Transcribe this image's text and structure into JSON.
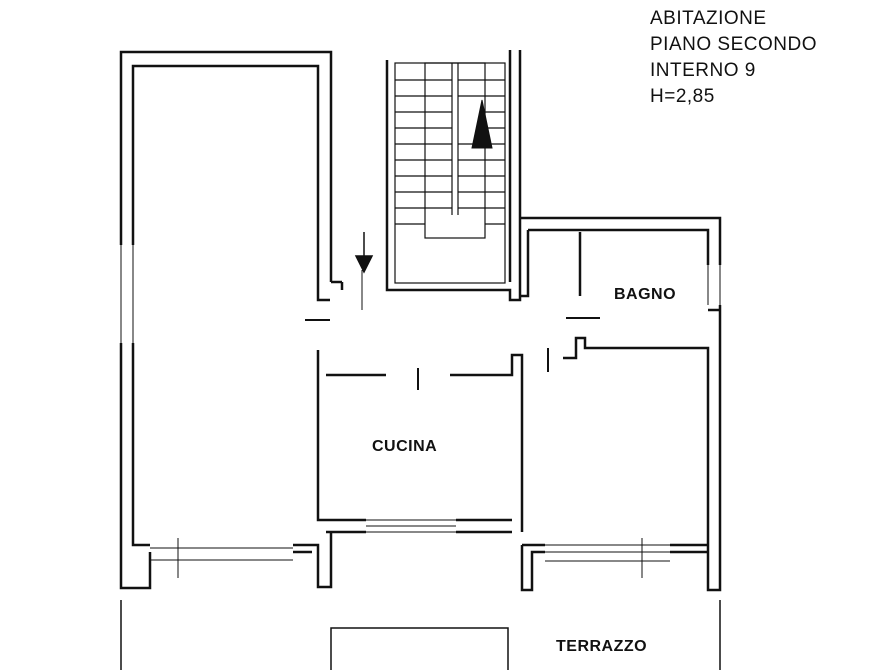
{
  "title": {
    "line1": "ABITAZIONE",
    "line2": "PIANO SECONDO",
    "line3": "INTERNO 9",
    "line4": "H=2,85"
  },
  "rooms": {
    "bathroom": "BAGNO",
    "kitchen": "CUCINA",
    "terrace": "TERRAZZO"
  },
  "colors": {
    "wall": "#111111",
    "background": "#ffffff"
  }
}
